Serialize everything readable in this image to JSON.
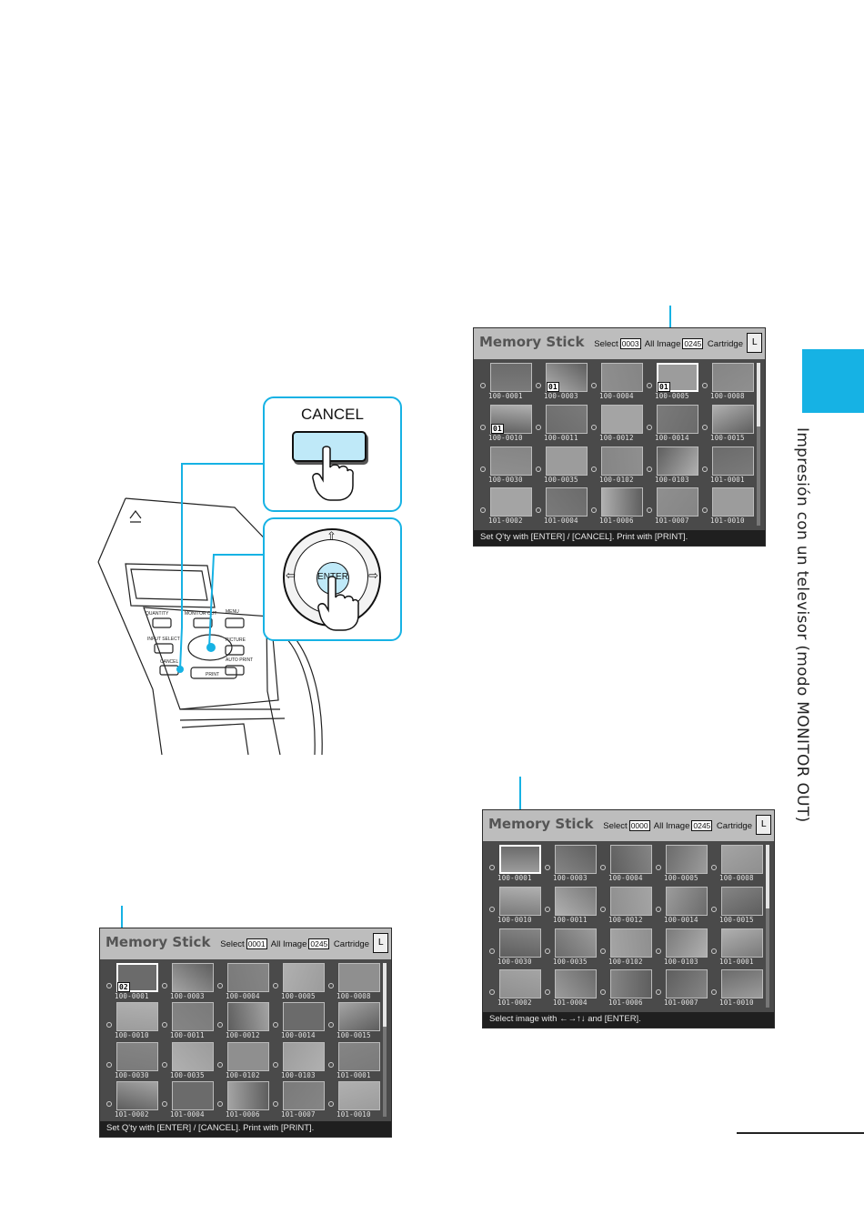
{
  "side_tab": {
    "color": "#16b2e4",
    "title": "Impresión con un televisor (modo MONITOR OUT)"
  },
  "printer_illustration": {
    "cancel_label": "CANCEL",
    "enter_label": "ENTER",
    "panel_labels": {
      "print_quantity": "QUANTITY",
      "monitor_out": "MONITOR OUT",
      "menu": "MENU",
      "picture": "PICTURE",
      "input_select": "INPUT SELECT",
      "auto_print": "AUTO PRINT",
      "cancel_small": "CANCEL",
      "print": "PRINT"
    }
  },
  "screens": [
    {
      "id": "screen-top-right",
      "title": "Memory Stick",
      "select_label": "Select",
      "select_value": "0003",
      "all_image_label": "All Image",
      "all_image_value": "0245",
      "cartridge_label": "Cartridge",
      "cartridge_icon": "L",
      "footer": "Set Q'ty with [ENTER] / [CANCEL]. Print with [PRINT].",
      "selected_index": 3,
      "thumbs": [
        {
          "cap": "100-0001",
          "qty": ""
        },
        {
          "cap": "100-0003",
          "qty": "01"
        },
        {
          "cap": "100-0004",
          "qty": ""
        },
        {
          "cap": "100-0005",
          "qty": "01"
        },
        {
          "cap": "100-0008",
          "qty": ""
        },
        {
          "cap": "100-0010",
          "qty": "01"
        },
        {
          "cap": "100-0011",
          "qty": ""
        },
        {
          "cap": "100-0012",
          "qty": ""
        },
        {
          "cap": "100-0014",
          "qty": ""
        },
        {
          "cap": "100-0015",
          "qty": ""
        },
        {
          "cap": "100-0030",
          "qty": ""
        },
        {
          "cap": "100-0035",
          "qty": ""
        },
        {
          "cap": "100-0102",
          "qty": ""
        },
        {
          "cap": "100-0103",
          "qty": ""
        },
        {
          "cap": "101-0001",
          "qty": ""
        },
        {
          "cap": "101-0002",
          "qty": ""
        },
        {
          "cap": "101-0004",
          "qty": ""
        },
        {
          "cap": "101-0006",
          "qty": ""
        },
        {
          "cap": "101-0007",
          "qty": ""
        },
        {
          "cap": "101-0010",
          "qty": ""
        }
      ]
    },
    {
      "id": "screen-bottom-right",
      "title": "Memory Stick",
      "select_label": "Select",
      "select_value": "0000",
      "all_image_label": "All Image",
      "all_image_value": "0245",
      "cartridge_label": "Cartridge",
      "cartridge_icon": "L",
      "footer": "Select image with ←→↑↓ and [ENTER].",
      "selected_index": 0,
      "thumbs": [
        {
          "cap": "100-0001",
          "qty": ""
        },
        {
          "cap": "100-0003",
          "qty": ""
        },
        {
          "cap": "100-0004",
          "qty": ""
        },
        {
          "cap": "100-0005",
          "qty": ""
        },
        {
          "cap": "100-0008",
          "qty": ""
        },
        {
          "cap": "100-0010",
          "qty": ""
        },
        {
          "cap": "100-0011",
          "qty": ""
        },
        {
          "cap": "100-0012",
          "qty": ""
        },
        {
          "cap": "100-0014",
          "qty": ""
        },
        {
          "cap": "100-0015",
          "qty": ""
        },
        {
          "cap": "100-0030",
          "qty": ""
        },
        {
          "cap": "100-0035",
          "qty": ""
        },
        {
          "cap": "100-0102",
          "qty": ""
        },
        {
          "cap": "100-0103",
          "qty": ""
        },
        {
          "cap": "101-0001",
          "qty": ""
        },
        {
          "cap": "101-0002",
          "qty": ""
        },
        {
          "cap": "101-0004",
          "qty": ""
        },
        {
          "cap": "101-0006",
          "qty": ""
        },
        {
          "cap": "101-0007",
          "qty": ""
        },
        {
          "cap": "101-0010",
          "qty": ""
        }
      ]
    },
    {
      "id": "screen-bottom-left",
      "title": "Memory Stick",
      "select_label": "Select",
      "select_value": "0001",
      "all_image_label": "All Image",
      "all_image_value": "0245",
      "cartridge_label": "Cartridge",
      "cartridge_icon": "L",
      "footer": "Set Q'ty with [ENTER] / [CANCEL]. Print with [PRINT].",
      "selected_index": 0,
      "thumbs": [
        {
          "cap": "100-0001",
          "qty": "02"
        },
        {
          "cap": "100-0003",
          "qty": ""
        },
        {
          "cap": "100-0004",
          "qty": ""
        },
        {
          "cap": "100-0005",
          "qty": ""
        },
        {
          "cap": "100-0008",
          "qty": ""
        },
        {
          "cap": "100-0010",
          "qty": ""
        },
        {
          "cap": "100-0011",
          "qty": ""
        },
        {
          "cap": "100-0012",
          "qty": ""
        },
        {
          "cap": "100-0014",
          "qty": ""
        },
        {
          "cap": "100-0015",
          "qty": ""
        },
        {
          "cap": "100-0030",
          "qty": ""
        },
        {
          "cap": "100-0035",
          "qty": ""
        },
        {
          "cap": "100-0102",
          "qty": ""
        },
        {
          "cap": "100-0103",
          "qty": ""
        },
        {
          "cap": "101-0001",
          "qty": ""
        },
        {
          "cap": "101-0002",
          "qty": ""
        },
        {
          "cap": "101-0004",
          "qty": ""
        },
        {
          "cap": "101-0006",
          "qty": ""
        },
        {
          "cap": "101-0007",
          "qty": ""
        },
        {
          "cap": "101-0010",
          "qty": ""
        }
      ]
    }
  ]
}
